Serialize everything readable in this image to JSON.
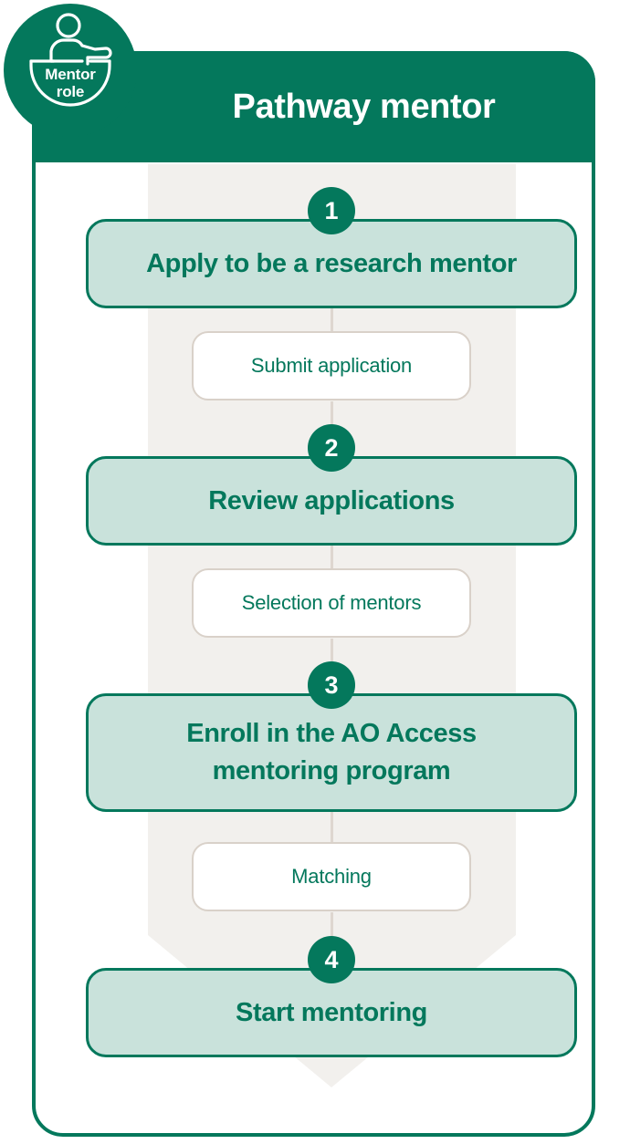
{
  "badge": {
    "icon": "mentor-person-icon",
    "line1": "Mentor",
    "line2": "role"
  },
  "header": {
    "title": "Pathway mentor"
  },
  "colors": {
    "brand_green": "#04785c",
    "card_mint": "#c9e2db",
    "band_beige": "#f2f0ed",
    "connector_grey": "#ded7d0",
    "substep_border": "#d9d1c9",
    "white": "#ffffff"
  },
  "flow": {
    "steps": [
      {
        "number": "1",
        "label": "Apply to be a research mentor"
      },
      {
        "number": "2",
        "label": "Review applications"
      },
      {
        "number": "3",
        "label": "Enroll in the AO Access\nmentoring program"
      },
      {
        "number": "4",
        "label": "Start mentoring"
      }
    ],
    "substeps": [
      {
        "label": "Submit application"
      },
      {
        "label": "Selection of mentors"
      },
      {
        "label": "Matching"
      }
    ]
  }
}
